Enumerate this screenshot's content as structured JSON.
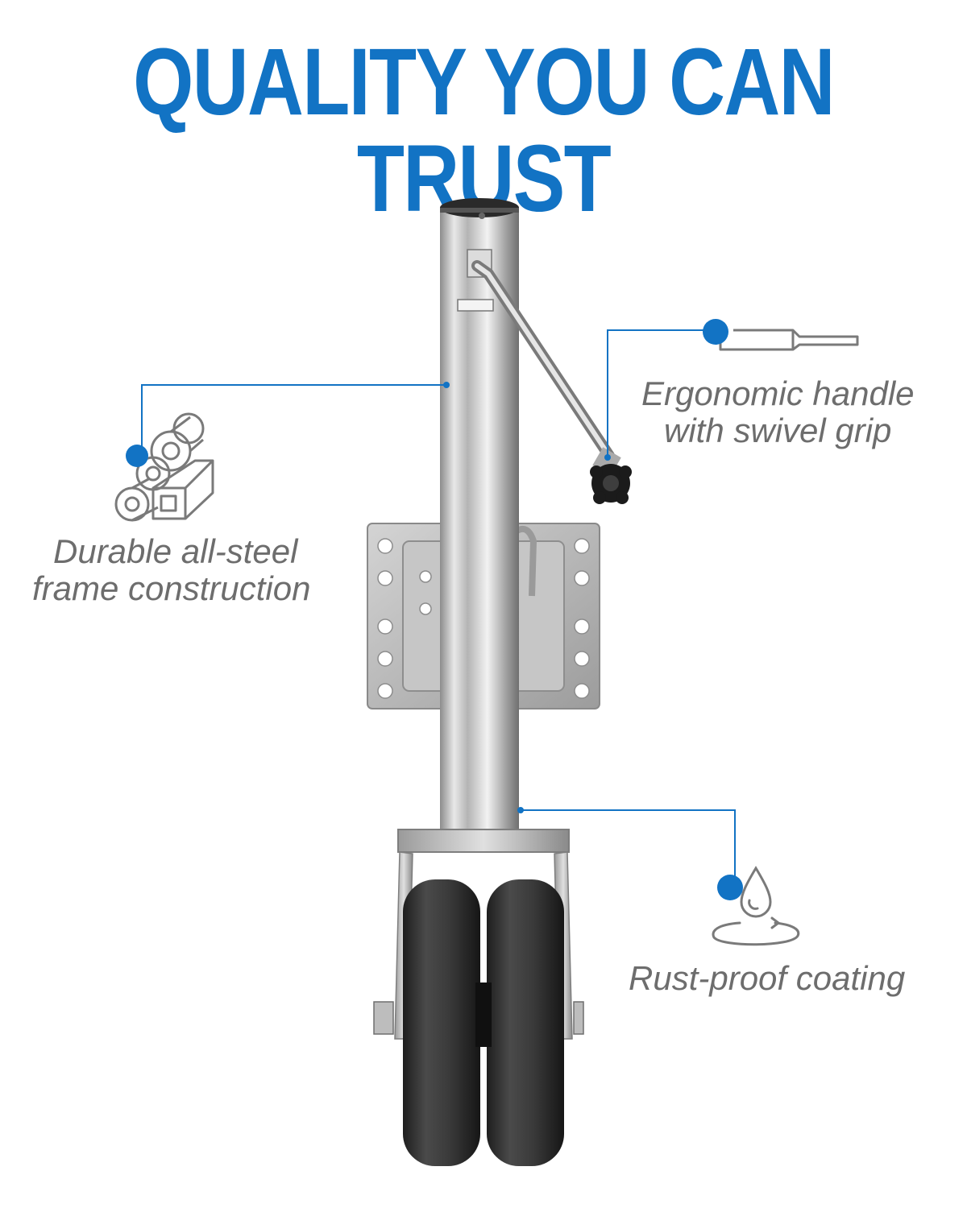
{
  "headline": "QUALITY YOU CAN TRUST",
  "colors": {
    "accent": "#1273c4",
    "text": "#6d6d6d",
    "icon_stroke": "#7a7a7a"
  },
  "features": {
    "handle": {
      "icon": "handle-icon",
      "line1": "Ergonomic handle",
      "line2": "with swivel grip"
    },
    "frame": {
      "icon": "steel-profiles-icon",
      "line1": "Durable all-steel",
      "line2": "frame construction"
    },
    "coating": {
      "icon": "water-drop-icon",
      "line1": "Rust-proof coating"
    }
  }
}
